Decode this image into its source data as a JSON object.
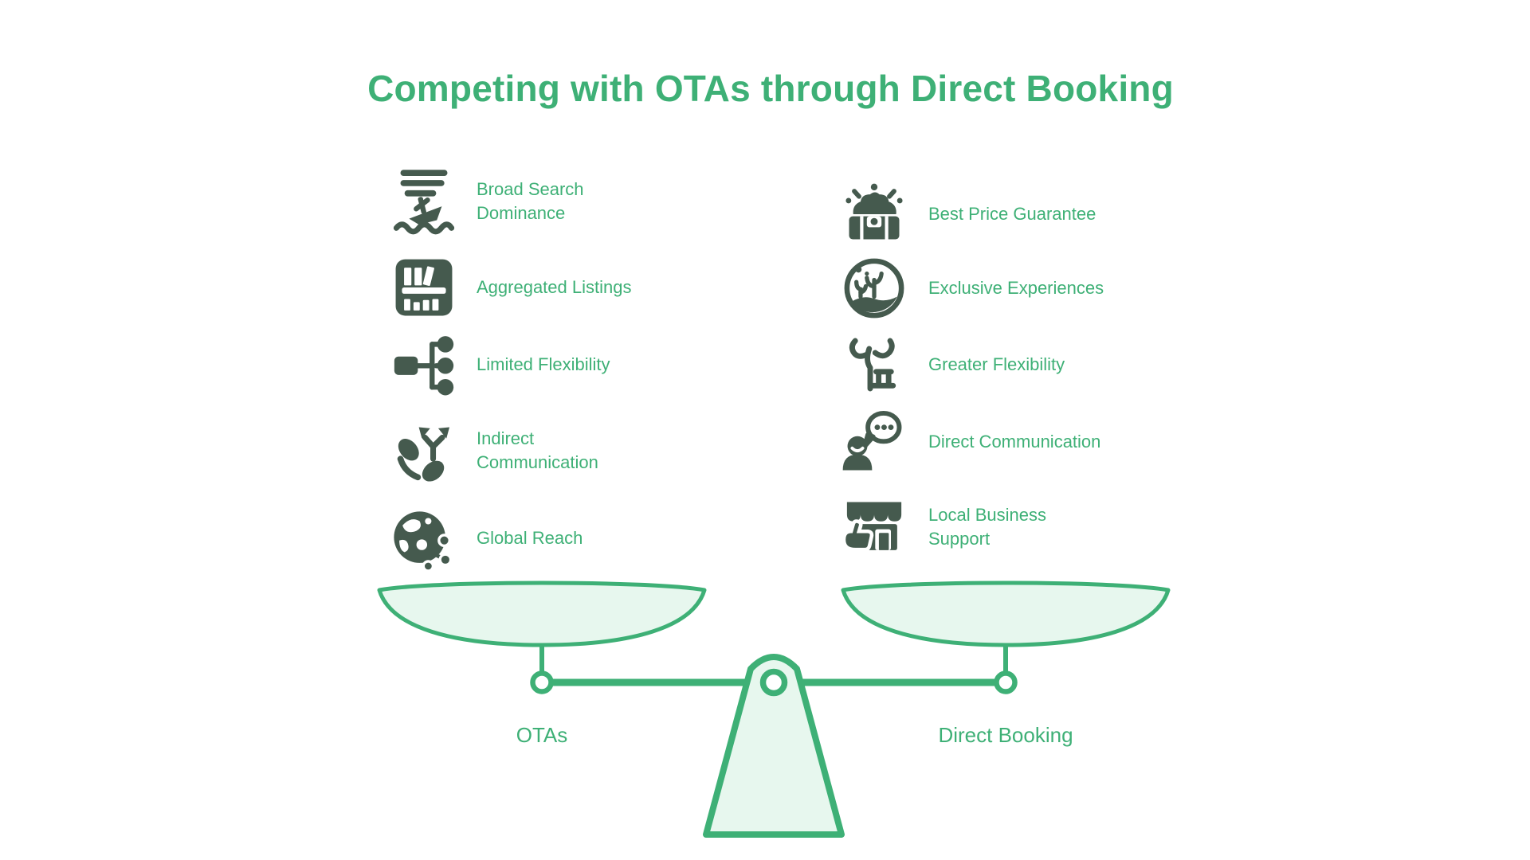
{
  "title": "Competing with OTAs through Direct Booking",
  "colors": {
    "accent": "#3eb076",
    "icon": "#455a4e",
    "pan_fill": "#e7f7ee",
    "background": "#ffffff"
  },
  "ota_column": {
    "scale_label": "OTAs",
    "items": [
      {
        "label": "Broad Search\nDominance",
        "icon": "sinking-ship-icon"
      },
      {
        "label": "Aggregated Listings",
        "icon": "bookshelf-icon"
      },
      {
        "label": "Limited Flexibility",
        "icon": "flowchart-icon"
      },
      {
        "label": "Indirect\nCommunication",
        "icon": "phone-forward-arrows-icon"
      },
      {
        "label": "Global Reach",
        "icon": "globe-network-icon"
      }
    ]
  },
  "direct_column": {
    "scale_label": "Direct Booking",
    "items": [
      {
        "label": "Best Price Guarantee",
        "icon": "treasure-chest-icon"
      },
      {
        "label": "Exclusive Experiences",
        "icon": "coral-reef-circle-icon"
      },
      {
        "label": "Greater Flexibility",
        "icon": "stretching-branches-icon"
      },
      {
        "label": "Direct Communication",
        "icon": "person-chat-bubble-icon"
      },
      {
        "label": "Local Business\nSupport",
        "icon": "storefront-thumbs-up-icon"
      }
    ]
  }
}
